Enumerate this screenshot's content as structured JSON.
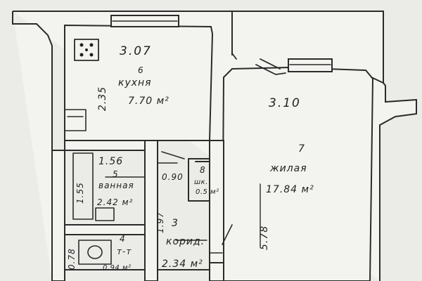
{
  "plan": {
    "rooms": {
      "kitchen": {
        "number": "6",
        "name": "кухня",
        "area": "7.70 м²",
        "width": "3.07",
        "length": "2.35"
      },
      "living": {
        "number": "7",
        "name": "жилая",
        "area": "17.84 м²",
        "width": "3.10",
        "length": "5.78"
      },
      "bathroom": {
        "number": "5",
        "name": "ванная",
        "area": "2.42 м²",
        "width": "1.56",
        "length": "1.55"
      },
      "closet": {
        "number": "8",
        "name": "шк.",
        "area": "0.5 м²",
        "width": "0.90"
      },
      "corridor": {
        "number": "3",
        "name": "корид.",
        "area": "2.34 м²",
        "length": "1.97"
      },
      "toilet": {
        "number": "4",
        "name": "т-т",
        "area": "0.94 м²",
        "length": "0.78"
      }
    }
  }
}
